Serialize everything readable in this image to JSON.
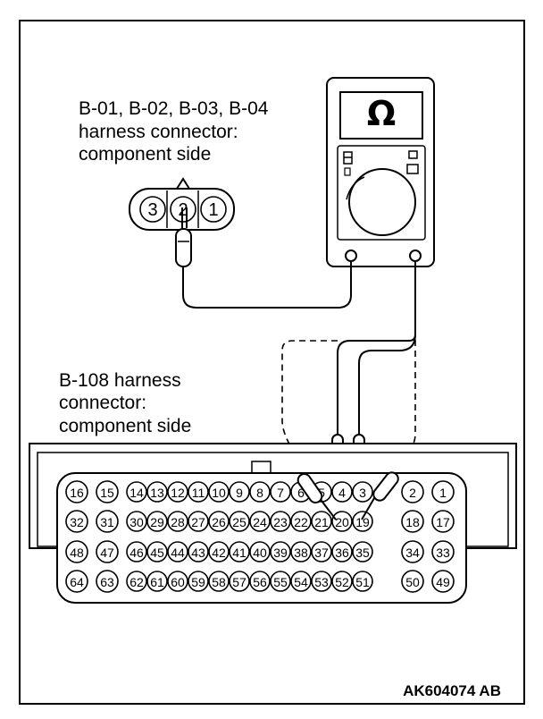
{
  "labels": {
    "sensor_connector": [
      "B-01, B-02, B-03, B-04",
      "harness connector:",
      "component side"
    ],
    "ecu_connector": [
      "B-108 harness",
      "connector:",
      "component side"
    ],
    "figure_code": "AK604074 AB"
  },
  "multimeter": {
    "display_symbol": "Ω"
  },
  "sensor_connector_pins": [
    "3",
    "2",
    "1"
  ],
  "ecu_connector_rows": [
    [
      "16",
      "15",
      "14",
      "13",
      "12",
      "11",
      "10",
      "9",
      "8",
      "7",
      "6",
      "5",
      "4",
      "3",
      "2",
      "1"
    ],
    [
      "32",
      "31",
      "30",
      "29",
      "28",
      "27",
      "26",
      "25",
      "24",
      "23",
      "22",
      "21",
      "20",
      "19",
      "18",
      "17"
    ],
    [
      "48",
      "47",
      "46",
      "45",
      "44",
      "43",
      "42",
      "41",
      "40",
      "39",
      "38",
      "37",
      "36",
      "35",
      "34",
      "33"
    ],
    [
      "64",
      "63",
      "62",
      "61",
      "60",
      "59",
      "58",
      "57",
      "56",
      "55",
      "54",
      "53",
      "52",
      "51",
      "50",
      "49"
    ]
  ]
}
